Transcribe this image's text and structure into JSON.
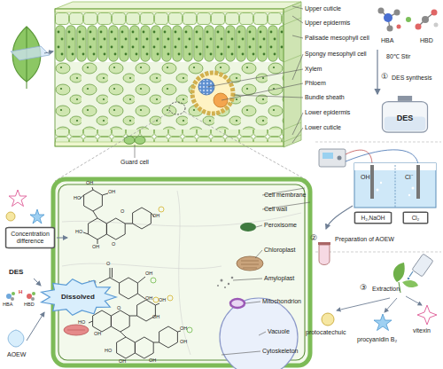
{
  "diagram": {
    "nodes": [
      {
        "text": [
          "DES"
        ]
      },
      {
        "text": [
          "H₂,NaOH"
        ]
      },
      {
        "text": [
          "Cl₂"
        ]
      },
      {
        "text": [
          "Concentration difference"
        ]
      },
      {
        "text": [
          "Dissolved"
        ]
      }
    ],
    "labels": [
      "Upper cuticle",
      "Upper epidermis",
      "Palisade mesophyll cell",
      "Spongy mesophyll cell",
      "Xylem",
      "Phloem",
      "Bundle sheath",
      "Lower epidermis",
      "Lower cuticle",
      "Guard cell",
      "HBA",
      "HBD",
      "80℃ Stir",
      "①",
      "DES synthesis",
      "Cell membrane",
      "Cell wall",
      "Peroxisome",
      "Chloroplast",
      "Amyloplast",
      "Mitochondrion",
      "Vacuole",
      "Cytoskeleton",
      "DES",
      "HBA",
      "HBD",
      "H",
      "AOEW",
      "OH",
      "Cl⁻",
      "②",
      "Preparation of AOEW",
      "③",
      "Extraction",
      "protocatechuic",
      "procyanidin B₂",
      "vitexin",
      "HO",
      "OH",
      "OH",
      "HO",
      "OH",
      "O",
      "O",
      "OH",
      "O",
      "HO",
      "OH",
      "OH",
      "HO",
      "OH",
      "O",
      "OH",
      "OH",
      "HO",
      "OH",
      "OH",
      "OH",
      "OH"
    ]
  }
}
